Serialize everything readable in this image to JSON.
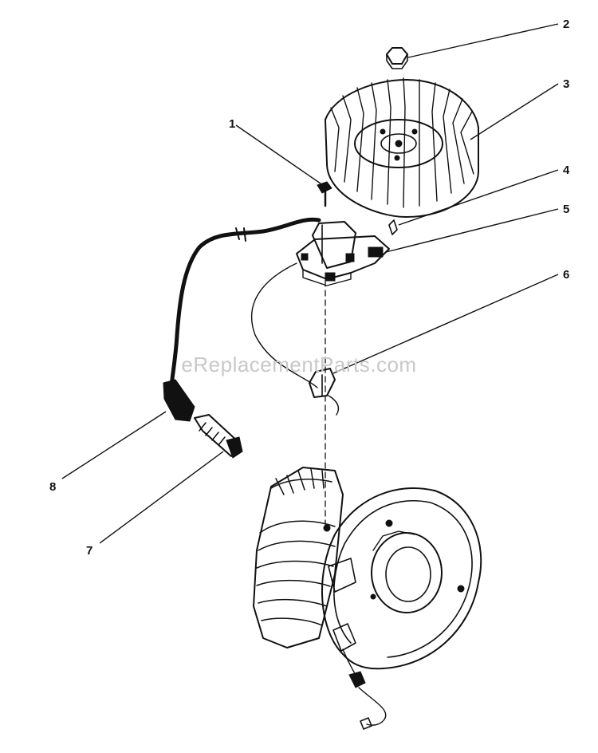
{
  "watermark": "eReplacementParts.com",
  "parts": [
    {
      "number": "1",
      "name": "screw"
    },
    {
      "number": "2",
      "name": "nut"
    },
    {
      "number": "3",
      "name": "flywheel"
    },
    {
      "number": "4",
      "name": "key"
    },
    {
      "number": "5",
      "name": "ignition-module"
    },
    {
      "number": "6",
      "name": "wire-clip"
    },
    {
      "number": "7",
      "name": "spark-plug"
    },
    {
      "number": "8",
      "name": "spark-plug-boot"
    }
  ]
}
